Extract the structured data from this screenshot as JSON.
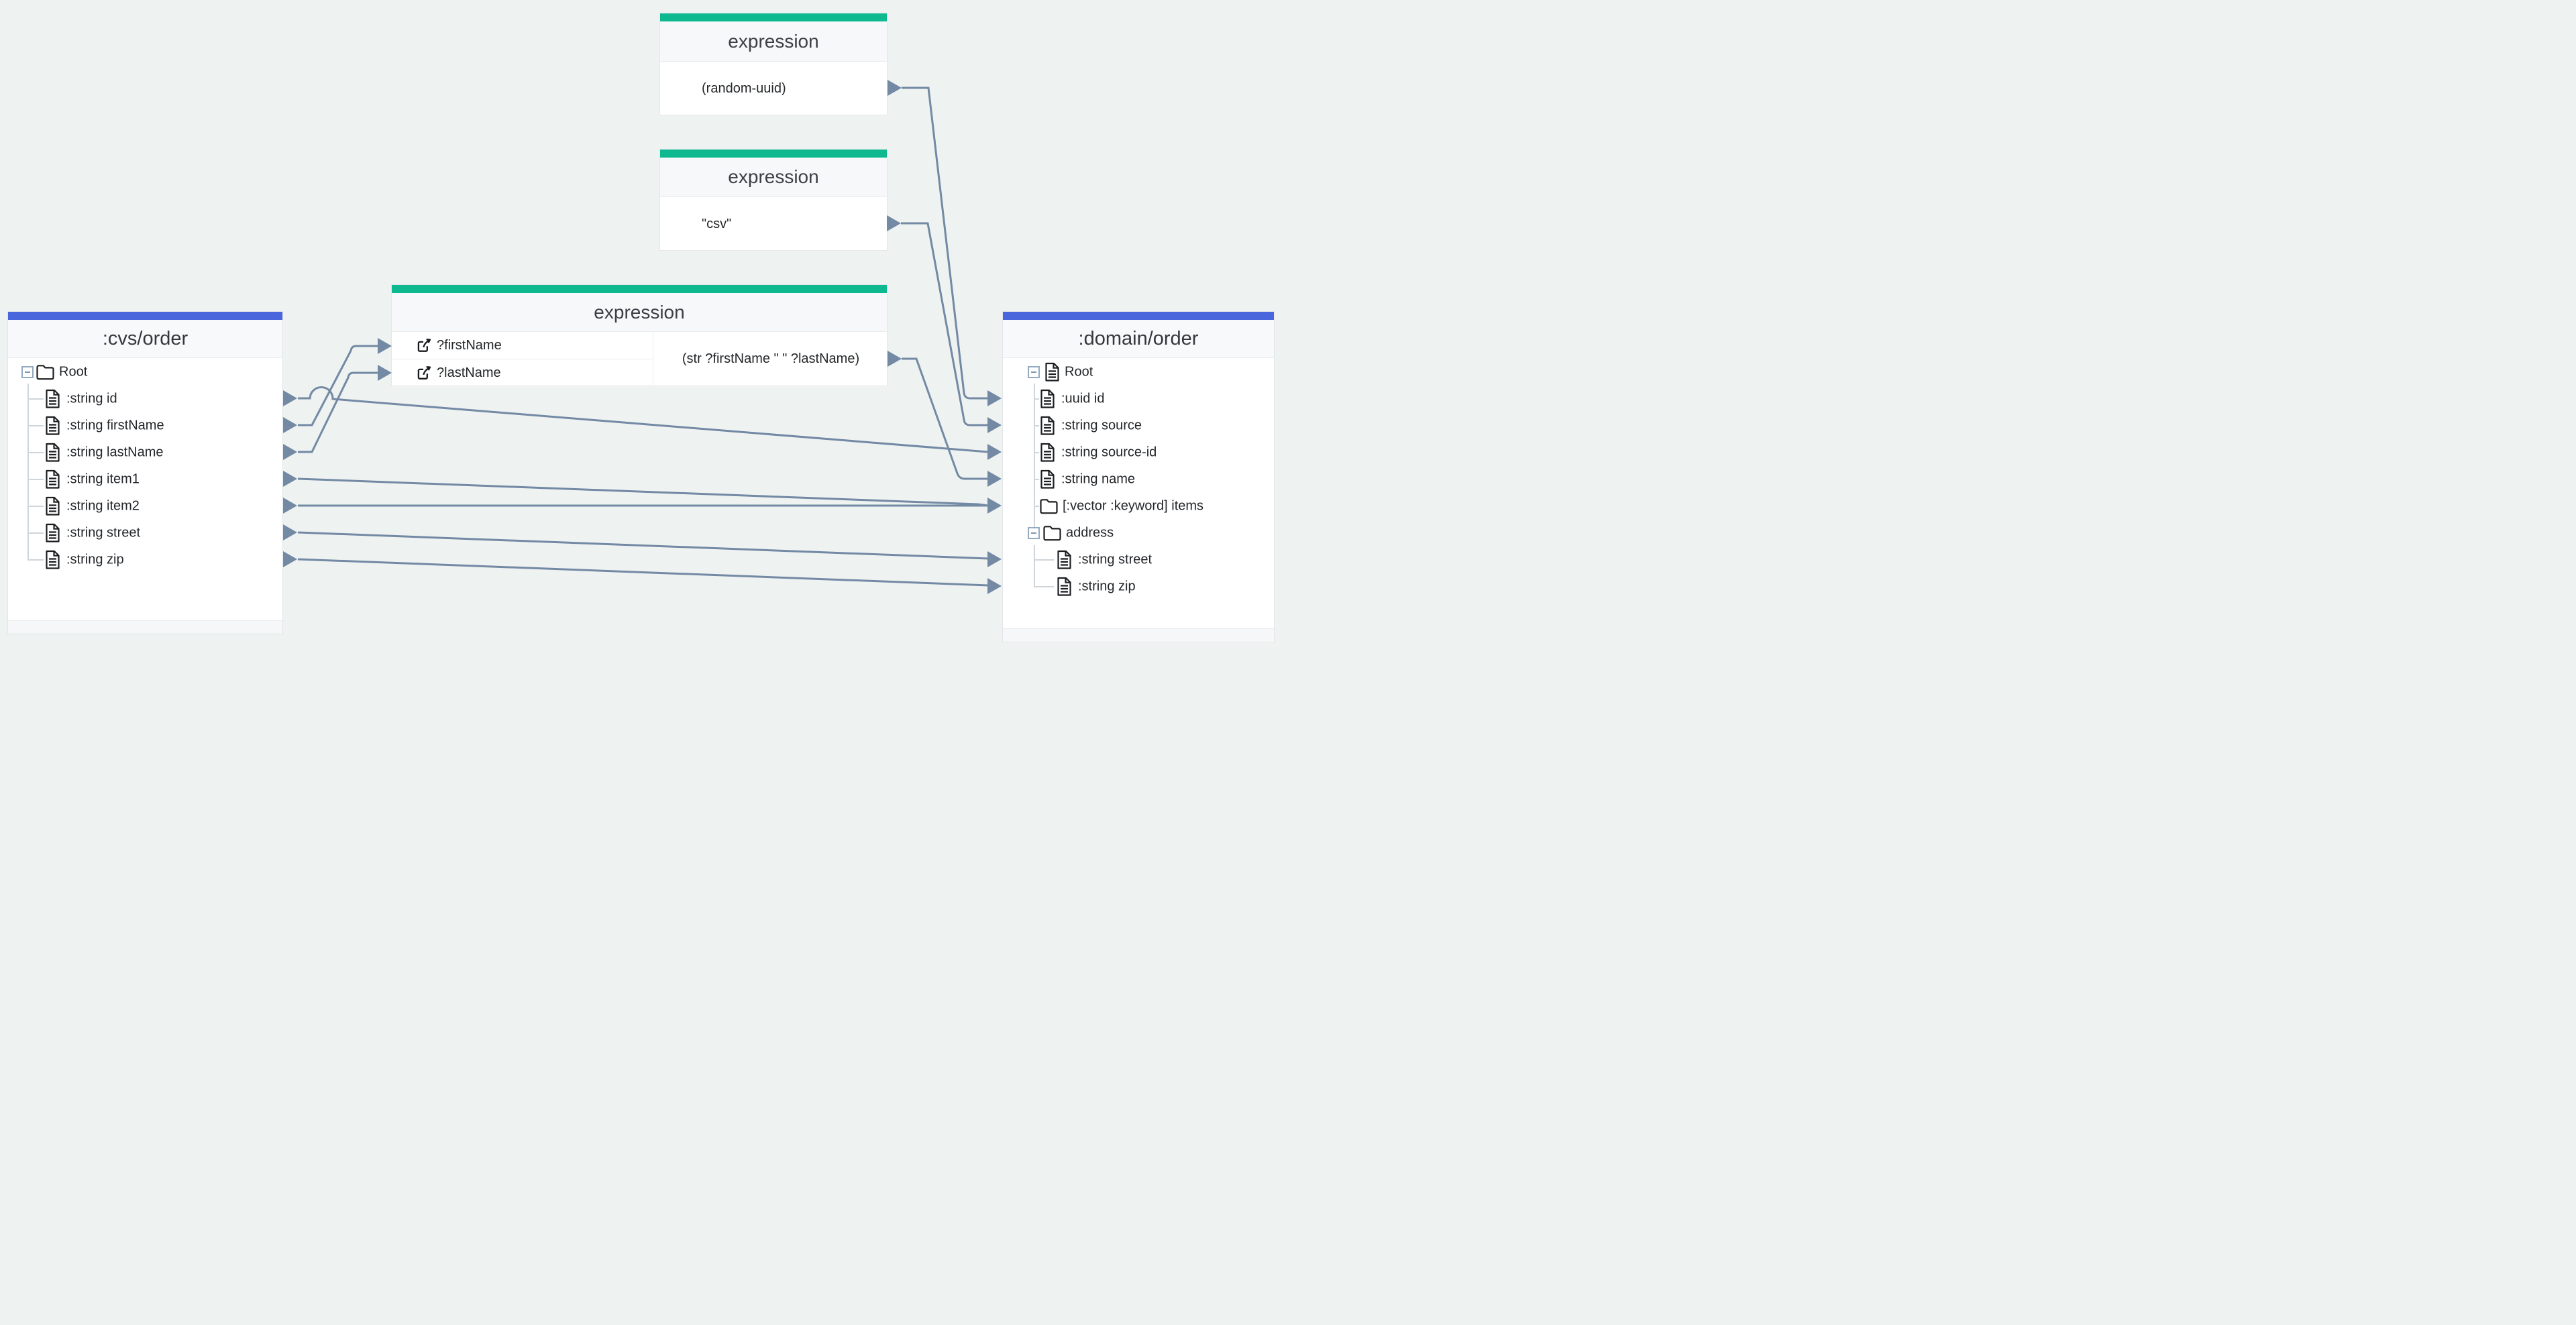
{
  "app": {
    "kind": "data-mapping-canvas"
  },
  "colors": {
    "background": "#eef2f1",
    "source_accent": "#4a66dd",
    "target_accent": "#4a66dd",
    "expression_accent": "#0eb990",
    "connector": "#7389a4"
  },
  "source_panel": {
    "title": ":cvs/order",
    "root": {
      "label": "Root",
      "icon": "folder-icon",
      "expanded": true
    },
    "fields": [
      {
        "label": ":string id",
        "icon": "document-icon"
      },
      {
        "label": ":string firstName",
        "icon": "document-icon"
      },
      {
        "label": ":string lastName",
        "icon": "document-icon"
      },
      {
        "label": ":string item1",
        "icon": "document-icon"
      },
      {
        "label": ":string item2",
        "icon": "document-icon"
      },
      {
        "label": ":string street",
        "icon": "document-icon"
      },
      {
        "label": ":string zip",
        "icon": "document-icon"
      }
    ]
  },
  "target_panel": {
    "title": ":domain/order",
    "root": {
      "label": "Root",
      "icon": "document-icon",
      "expanded": true
    },
    "fields": [
      {
        "label": ":uuid id",
        "icon": "document-icon",
        "level": 1
      },
      {
        "label": ":string source",
        "icon": "document-icon",
        "level": 1
      },
      {
        "label": ":string source-id",
        "icon": "document-icon",
        "level": 1
      },
      {
        "label": ":string name",
        "icon": "document-icon",
        "level": 1
      },
      {
        "label": "[:vector :keyword] items",
        "icon": "folder-icon",
        "level": 1
      },
      {
        "label": "address",
        "icon": "folder-icon",
        "level": 1,
        "expanded": true
      },
      {
        "label": ":string street",
        "icon": "document-icon",
        "level": 2
      },
      {
        "label": ":string zip",
        "icon": "document-icon",
        "level": 2
      }
    ]
  },
  "expressions": [
    {
      "title": "expression",
      "body": "(random-uuid)"
    },
    {
      "title": "expression",
      "body": "\"csv\""
    },
    {
      "title": "expression",
      "inputs": [
        "?firstName",
        "?lastName"
      ],
      "input_icon": "external-link-icon",
      "body": "(str ?firstName \" \" ?lastName)"
    }
  ],
  "connections": [
    {
      "from": ":cvs/order :string id",
      "to": ":domain/order :string source-id"
    },
    {
      "from": ":cvs/order :string firstName",
      "to": "expression ?firstName"
    },
    {
      "from": ":cvs/order :string lastName",
      "to": "expression ?lastName"
    },
    {
      "from": ":cvs/order :string item1",
      "to": ":domain/order items"
    },
    {
      "from": ":cvs/order :string item2",
      "to": ":domain/order items"
    },
    {
      "from": ":cvs/order :string street",
      "to": ":domain/order :string street"
    },
    {
      "from": ":cvs/order :string zip",
      "to": ":domain/order :string zip"
    },
    {
      "from": "expression (random-uuid)",
      "to": ":domain/order :uuid id"
    },
    {
      "from": "expression \"csv\"",
      "to": ":domain/order :string source"
    },
    {
      "from": "expression (str ?firstName \" \" ?lastName)",
      "to": ":domain/order :string name"
    }
  ]
}
